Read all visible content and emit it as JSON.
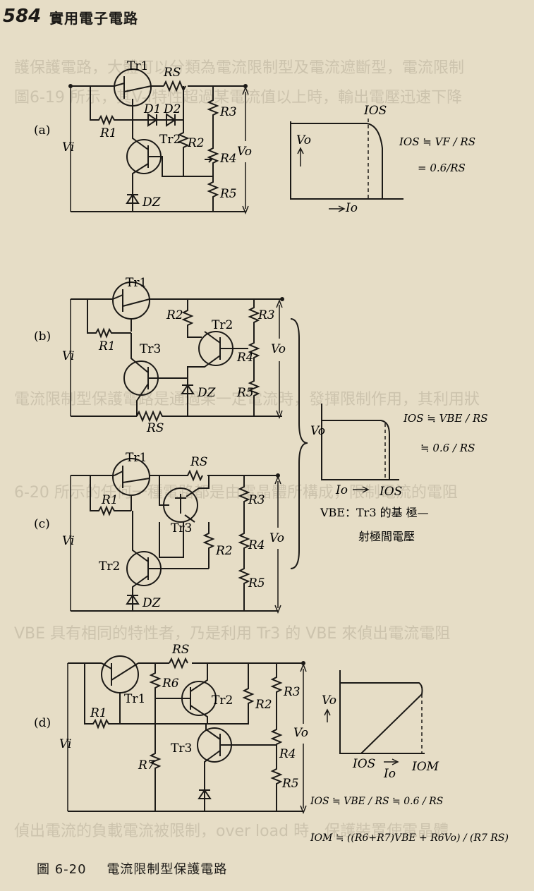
{
  "header": {
    "page_number": "584",
    "book_title": "實用電子電路"
  },
  "circuits": {
    "a": {
      "label": "(a)",
      "components": {
        "tr1": "Tr1",
        "tr2": "Tr2",
        "rs": "RS",
        "r1": "R1",
        "r2": "R2",
        "r3": "R3",
        "r4": "R4",
        "r5": "R5",
        "d1": "D1",
        "d2": "D2",
        "dz": "DZ"
      },
      "vi": "Vi",
      "vo": "Vo",
      "graph": {
        "y_label": "Vo",
        "x_label": "Io",
        "ios_label": "IOS"
      },
      "formula": {
        "line1": "IOS ≒ VF / RS",
        "line2": "= 0.6/RS"
      }
    },
    "b": {
      "label": "(b)",
      "components": {
        "tr1": "Tr1",
        "tr2": "Tr2",
        "tr3": "Tr3",
        "rs": "RS",
        "r1": "R1",
        "r2": "R2",
        "r3": "R3",
        "r4": "R4",
        "r5": "R5",
        "dz": "DZ"
      },
      "vi": "Vi",
      "vo": "Vo"
    },
    "bc_shared": {
      "graph": {
        "y_label": "Vo",
        "x_label": "Io",
        "ios_label": "IOS"
      },
      "formula": {
        "line1": "IOS ≒ VBE / RS",
        "line2": "≒ 0.6 / RS"
      },
      "note": {
        "line1": "VBE：Tr3 的基 極—",
        "line2": "射極間電壓"
      }
    },
    "c": {
      "label": "(c)",
      "components": {
        "tr1": "Tr1",
        "tr2": "Tr2",
        "tr3": "Tr3",
        "rs": "RS",
        "r1": "R1",
        "r2": "R2",
        "r3": "R3",
        "r4": "R4",
        "r5": "R5",
        "dz": "DZ"
      },
      "vi": "Vi",
      "vo": "Vo"
    },
    "d": {
      "label": "(d)",
      "components": {
        "tr1": "Tr1",
        "tr2": "Tr2",
        "tr3": "Tr3",
        "rs": "RS",
        "r1": "R1",
        "r2": "R2",
        "r3": "R3",
        "r4": "R4",
        "r5": "R5",
        "r6": "R6",
        "r7": "R7"
      },
      "vi": "Vi",
      "vo": "Vo",
      "graph": {
        "y_label": "Vo",
        "x_label": "Io",
        "ios_label": "IOS",
        "iom_label": "IOM"
      },
      "formula": {
        "line1": "IOS ≒ VBE / RS ≒ 0.6 / RS",
        "line2": "IOM ≒ ((R6+R7)VBE + R6Vo) / (R7 RS)"
      }
    }
  },
  "caption": {
    "label": "圖 6-20",
    "title": "電流限制型保護電路"
  }
}
